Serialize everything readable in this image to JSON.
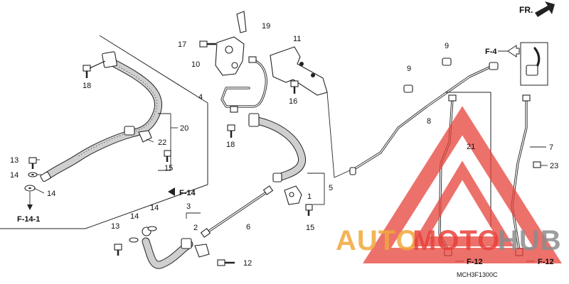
{
  "diagram": {
    "direction_label": "FR.",
    "diagram_code": "MCH3F1300C",
    "references": {
      "f4": "F-4",
      "f14": "F-14",
      "f141": "F-14-1",
      "f12_center": "F-12",
      "f12_right": "F-12"
    },
    "callouts": {
      "n1": "1",
      "n2": "2",
      "n3": "3",
      "n4": "4",
      "n5": "5",
      "n6": "6",
      "n7": "7",
      "n8": "8",
      "n9a": "9",
      "n9b": "9",
      "n10": "10",
      "n11": "11",
      "n12": "12",
      "n13a": "13",
      "n13b": "13",
      "n14a": "14",
      "n14b": "14",
      "n14c": "14",
      "n14d": "14",
      "n15a": "15",
      "n15b": "15",
      "n16": "16",
      "n17": "17",
      "n18a": "18",
      "n18b": "18",
      "n19": "19",
      "n20": "20",
      "n21": "21",
      "n22": "22",
      "n23": "23"
    },
    "watermark": {
      "auto": "AUTO",
      "moto": "MOTO",
      "hub": "HUB",
      "red": "#e8423a",
      "orange": "#f2a83b",
      "gray": "#8c8c8c"
    }
  }
}
